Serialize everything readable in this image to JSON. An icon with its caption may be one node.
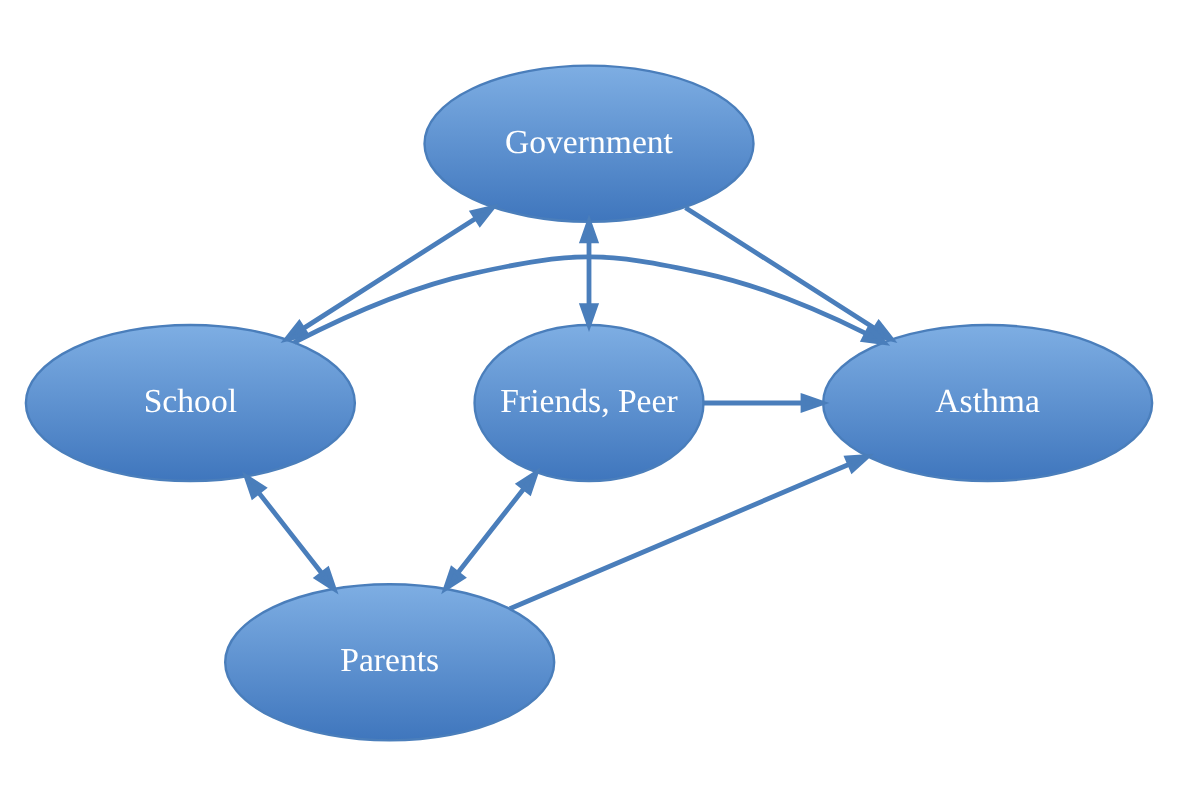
{
  "diagram": {
    "nodes": [
      {
        "text": [
          "Government"
        ]
      },
      {
        "text": [
          "School"
        ]
      },
      {
        "text": [
          "Asthma"
        ]
      },
      {
        "text": [
          "Friends, Peer"
        ]
      },
      {
        "text": [
          "Parents"
        ]
      }
    ],
    "edges": [
      {
        "from": 0,
        "to": 1,
        "arrow": "both"
      },
      {
        "from": 0,
        "to": 3,
        "arrow": "both"
      },
      {
        "from": 0,
        "to": 2,
        "arrow": "to"
      },
      {
        "from": 1,
        "to": 2,
        "arrow": "to"
      },
      {
        "from": 3,
        "to": 2,
        "arrow": "to"
      },
      {
        "from": 1,
        "to": 4,
        "arrow": "both"
      },
      {
        "from": 3,
        "to": 4,
        "arrow": "both"
      },
      {
        "from": 4,
        "to": 2,
        "arrow": "to"
      }
    ]
  }
}
